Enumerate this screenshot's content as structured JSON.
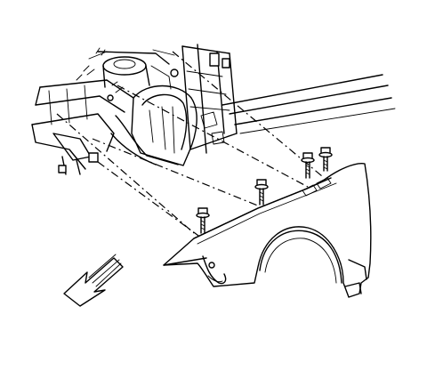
{
  "diagram": {
    "parts": [
      "vehicle-front-structure",
      "fender",
      "fender-bolt",
      "forward-direction-arrow"
    ],
    "bolt_count": 4,
    "colors": {
      "line": "#000000",
      "background": "#ffffff"
    }
  }
}
